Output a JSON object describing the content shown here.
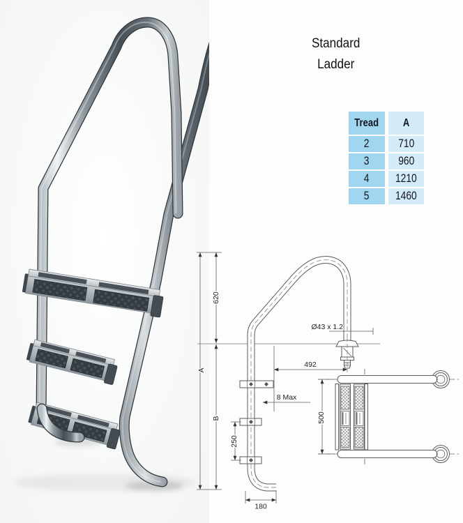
{
  "title": {
    "line1": "Standard",
    "line2": "Ladder"
  },
  "spec_table": {
    "columns": [
      "Tread",
      "A"
    ],
    "rows": [
      [
        "2",
        "710"
      ],
      [
        "3",
        "960"
      ],
      [
        "4",
        "1210"
      ],
      [
        "5",
        "1460"
      ]
    ]
  },
  "drawing": {
    "dims": {
      "top_section_height": "620",
      "total_height": "A",
      "bottom_section_height": "B",
      "tread_spacing": "250",
      "foot_reach": "180",
      "wall_gap": "8 Max",
      "handrail_span": "492",
      "tube_diameter": "Ø43 x 1.2",
      "ladder_width": "500"
    }
  },
  "colors": {
    "table_header_col_bg": "#a0d6ef",
    "table_value_col_bg": "#d4ecf8",
    "table_text": "#12161e",
    "drawing_lines": "#5a5a5a",
    "deck_line": "#b8b8b8"
  }
}
